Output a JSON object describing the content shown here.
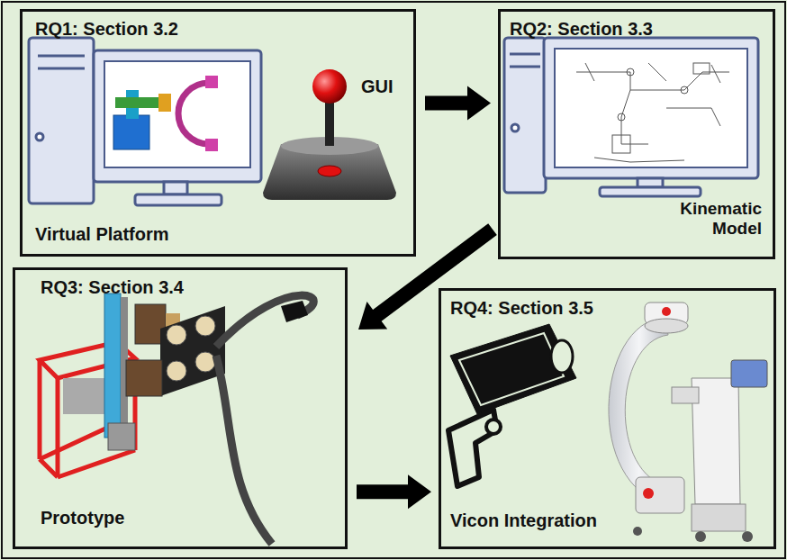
{
  "diagram": {
    "nodes": [
      {
        "text": [
          "RQ1: Section 3.2",
          "Virtual Platform",
          "GUI"
        ]
      },
      {
        "text": [
          "RQ2: Section 3.3",
          "Kinematic Model"
        ]
      },
      {
        "text": [
          "RQ3: Section 3.4",
          "Prototype"
        ]
      },
      {
        "text": [
          "RQ4: Section 3.5",
          "Vicon Integration"
        ]
      }
    ],
    "edges": [
      {
        "from": 0,
        "to": 1,
        "arrow": "to"
      },
      {
        "from": 1,
        "to": 2,
        "arrow": "to"
      },
      {
        "from": 2,
        "to": 3,
        "arrow": "to"
      }
    ]
  }
}
